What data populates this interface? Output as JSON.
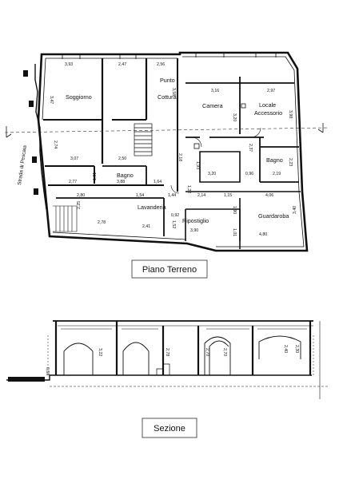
{
  "captions": {
    "plan": "Piano Terreno",
    "section": "Sezione"
  },
  "street": "Strada di Pescaia",
  "rooms": {
    "soggiorno": "Soggiorno",
    "punto_cottura_1": "Punto",
    "punto_cottura_2": "Cottura",
    "camera": "Camera",
    "locale_accessorio_1": "Locale",
    "locale_accessorio_2": "Accessorio",
    "bagno_1": "Bagno",
    "bagno_2": "Bagno",
    "lavanderia": "Lavanderia",
    "ripostiglio": "Ripostiglio",
    "guardaroba": "Guardaroba"
  },
  "dims_plan": {
    "d393": "3,93",
    "d247": "2,47",
    "d256": "2,56",
    "d347": "3,47",
    "d358": "3,58",
    "d316": "3,16",
    "d297": "2,97",
    "d320a": "3,20",
    "d398": "3,98",
    "d274": "2,74",
    "d307": "3,07",
    "d250": "2,50",
    "d218": "2,18",
    "d193": "1,93",
    "d320b": "3,20",
    "d237": "2,37",
    "d223": "2,23",
    "d096": "0,96",
    "d219": "2,19",
    "d277": "2,77",
    "d101": "1,01",
    "d388": "3,88",
    "d164": "1,64",
    "d280": "2,80",
    "d154": "1,54",
    "d144": "1,44",
    "d122": "1,22",
    "d214": "2,14",
    "d115": "1,15",
    "d406": "4,06",
    "d225": "2,25",
    "d278": "2,78",
    "d241": "2,41",
    "d092": "0,92",
    "d152": "1,52",
    "d390": "3,90",
    "d190": "1,90",
    "d101b": "1,01",
    "d340": "3,40",
    "d480": "4,80"
  },
  "dims_section": {
    "s050": "0,50",
    "s322": "3,22",
    "s278": "2,78",
    "s270a": "2,70",
    "s270b": "2,70",
    "s240": "2,40",
    "s230": "2,30"
  }
}
